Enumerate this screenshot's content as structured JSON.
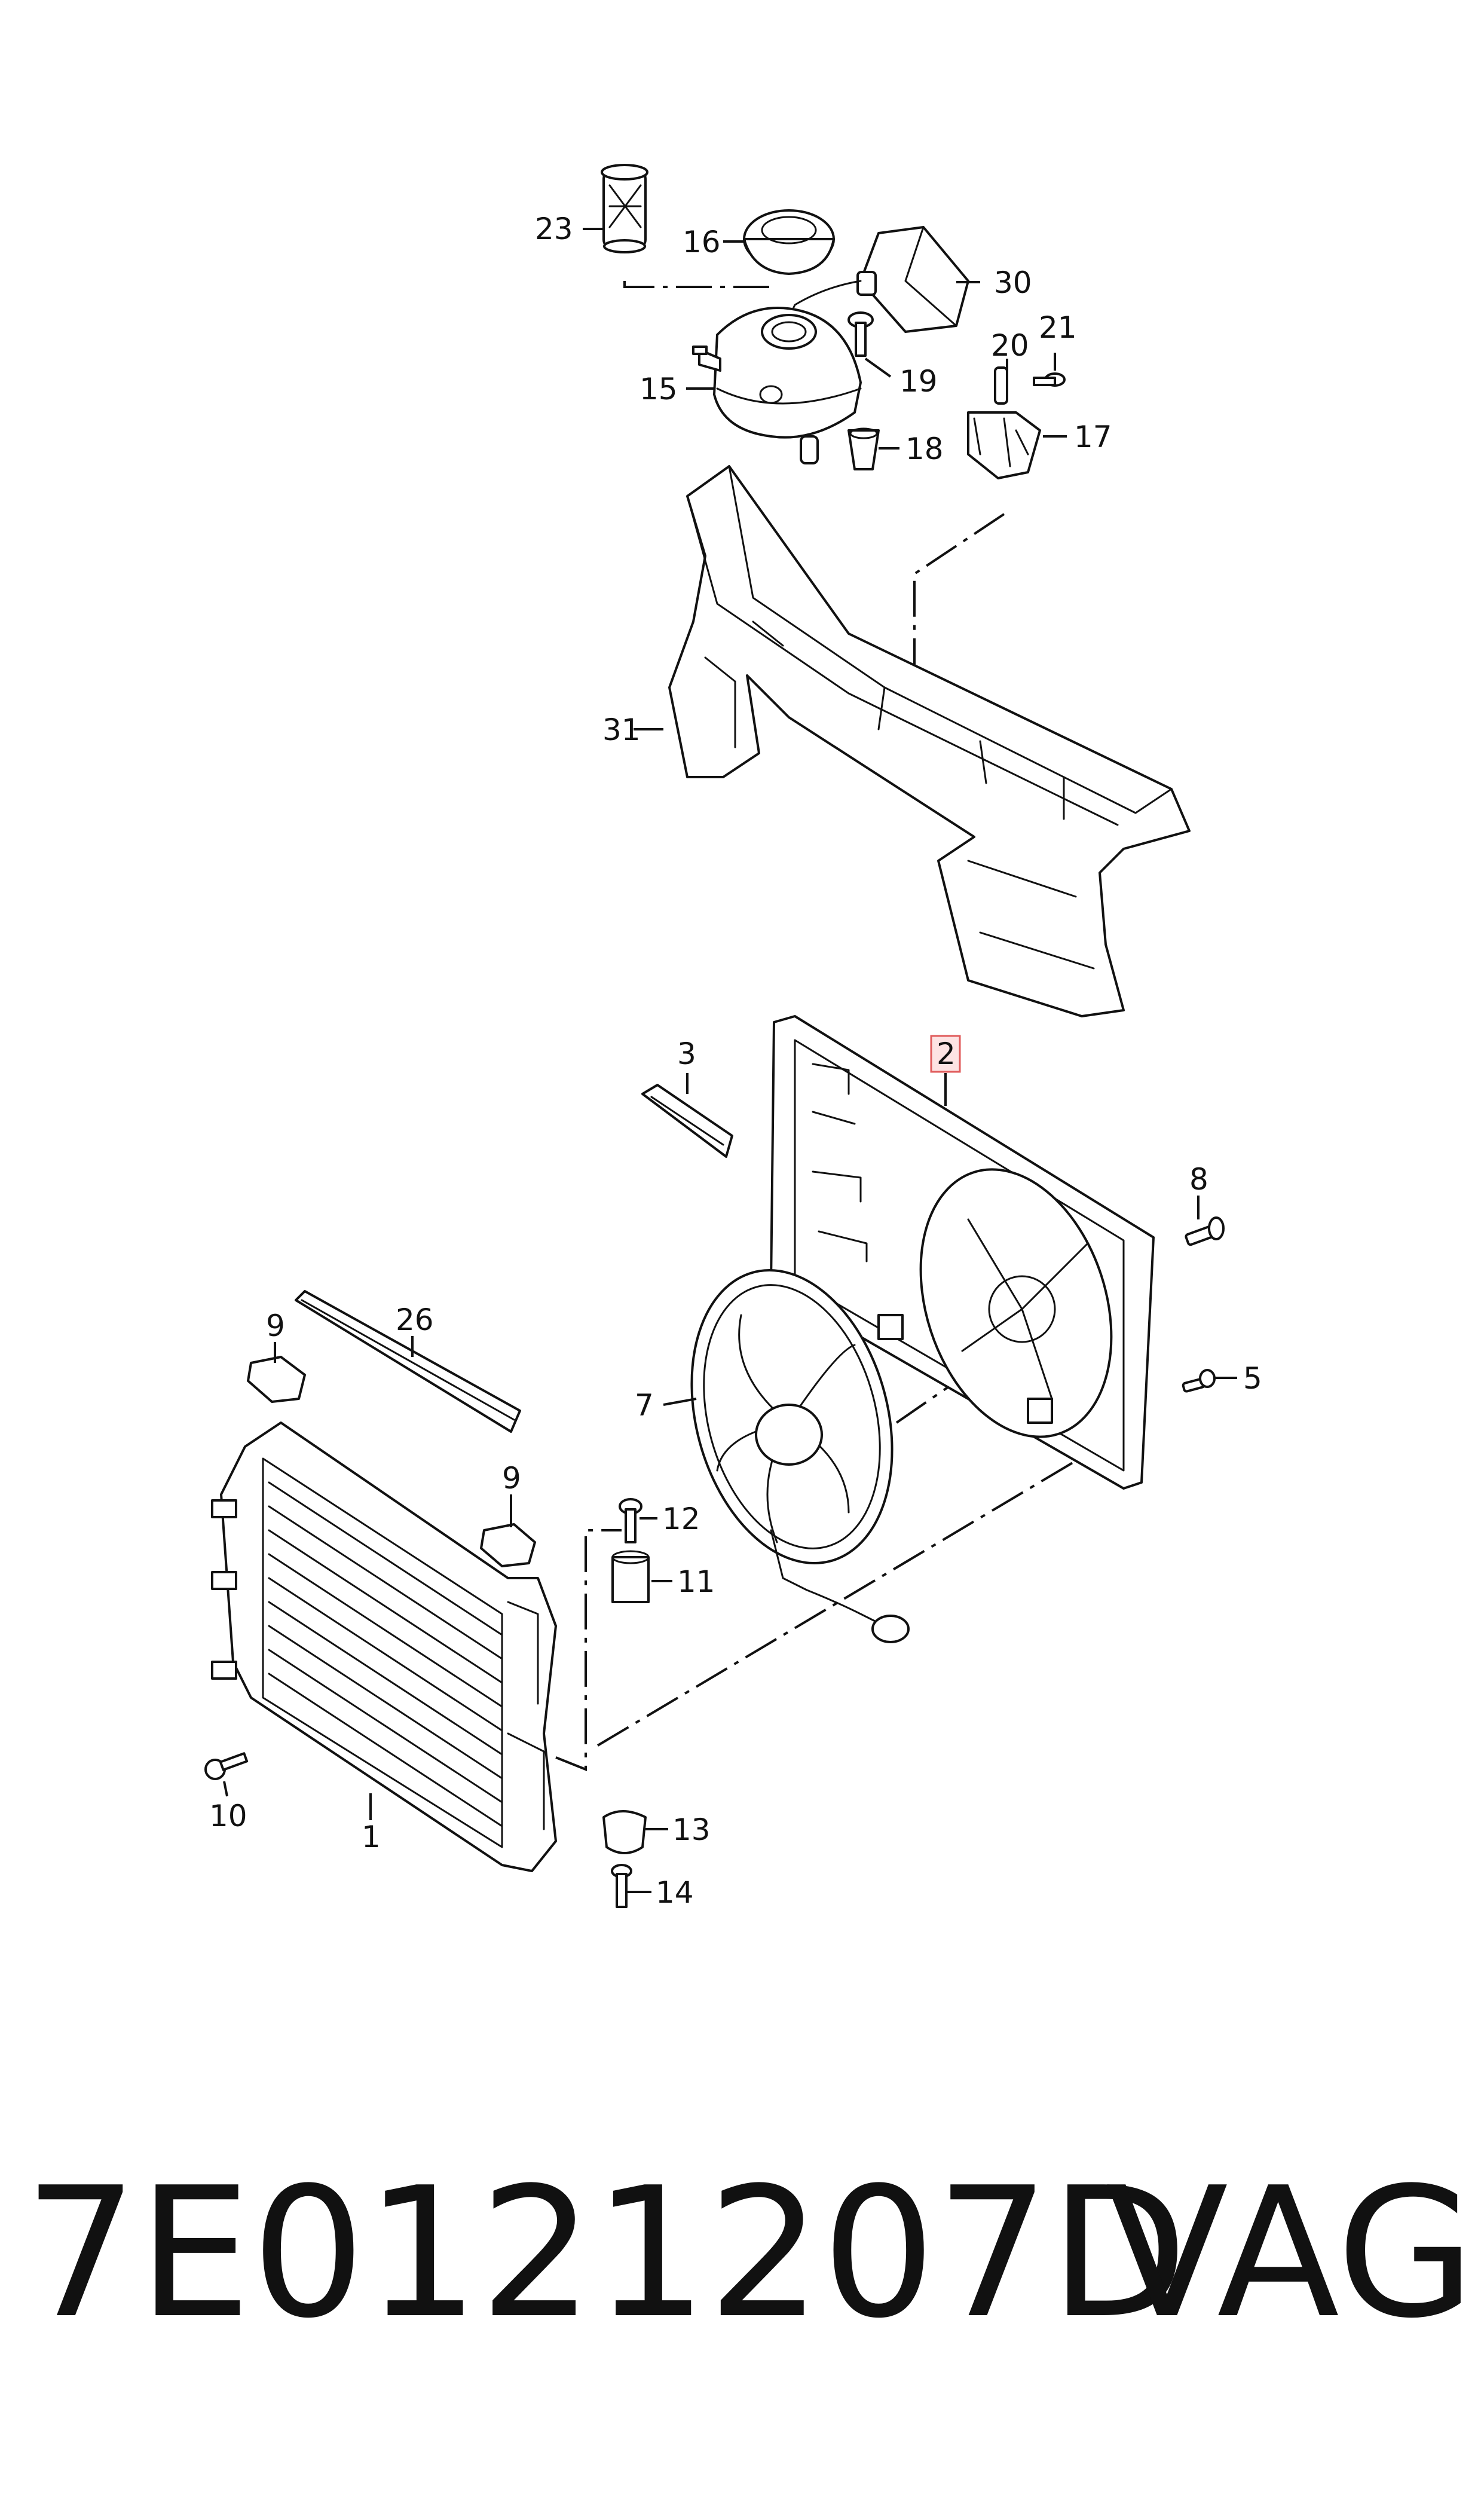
{
  "callouts": {
    "c1": "1",
    "c2": "2",
    "c3": "3",
    "c5": "5",
    "c7": "7",
    "c8": "8",
    "c9a": "9",
    "c9b": "9",
    "c10": "10",
    "c11": "11",
    "c12": "12",
    "c13": "13",
    "c14": "14",
    "c15": "15",
    "c16": "16",
    "c17": "17",
    "c18": "18",
    "c19": "19",
    "c20": "20",
    "c21": "21",
    "c23": "23",
    "c26": "26",
    "c30": "30",
    "c31": "31"
  },
  "highlighted_callout": "2",
  "highlight_color": "#e05b5b",
  "footer": {
    "part_number": "7E0121207D",
    "brand": "VAG"
  }
}
